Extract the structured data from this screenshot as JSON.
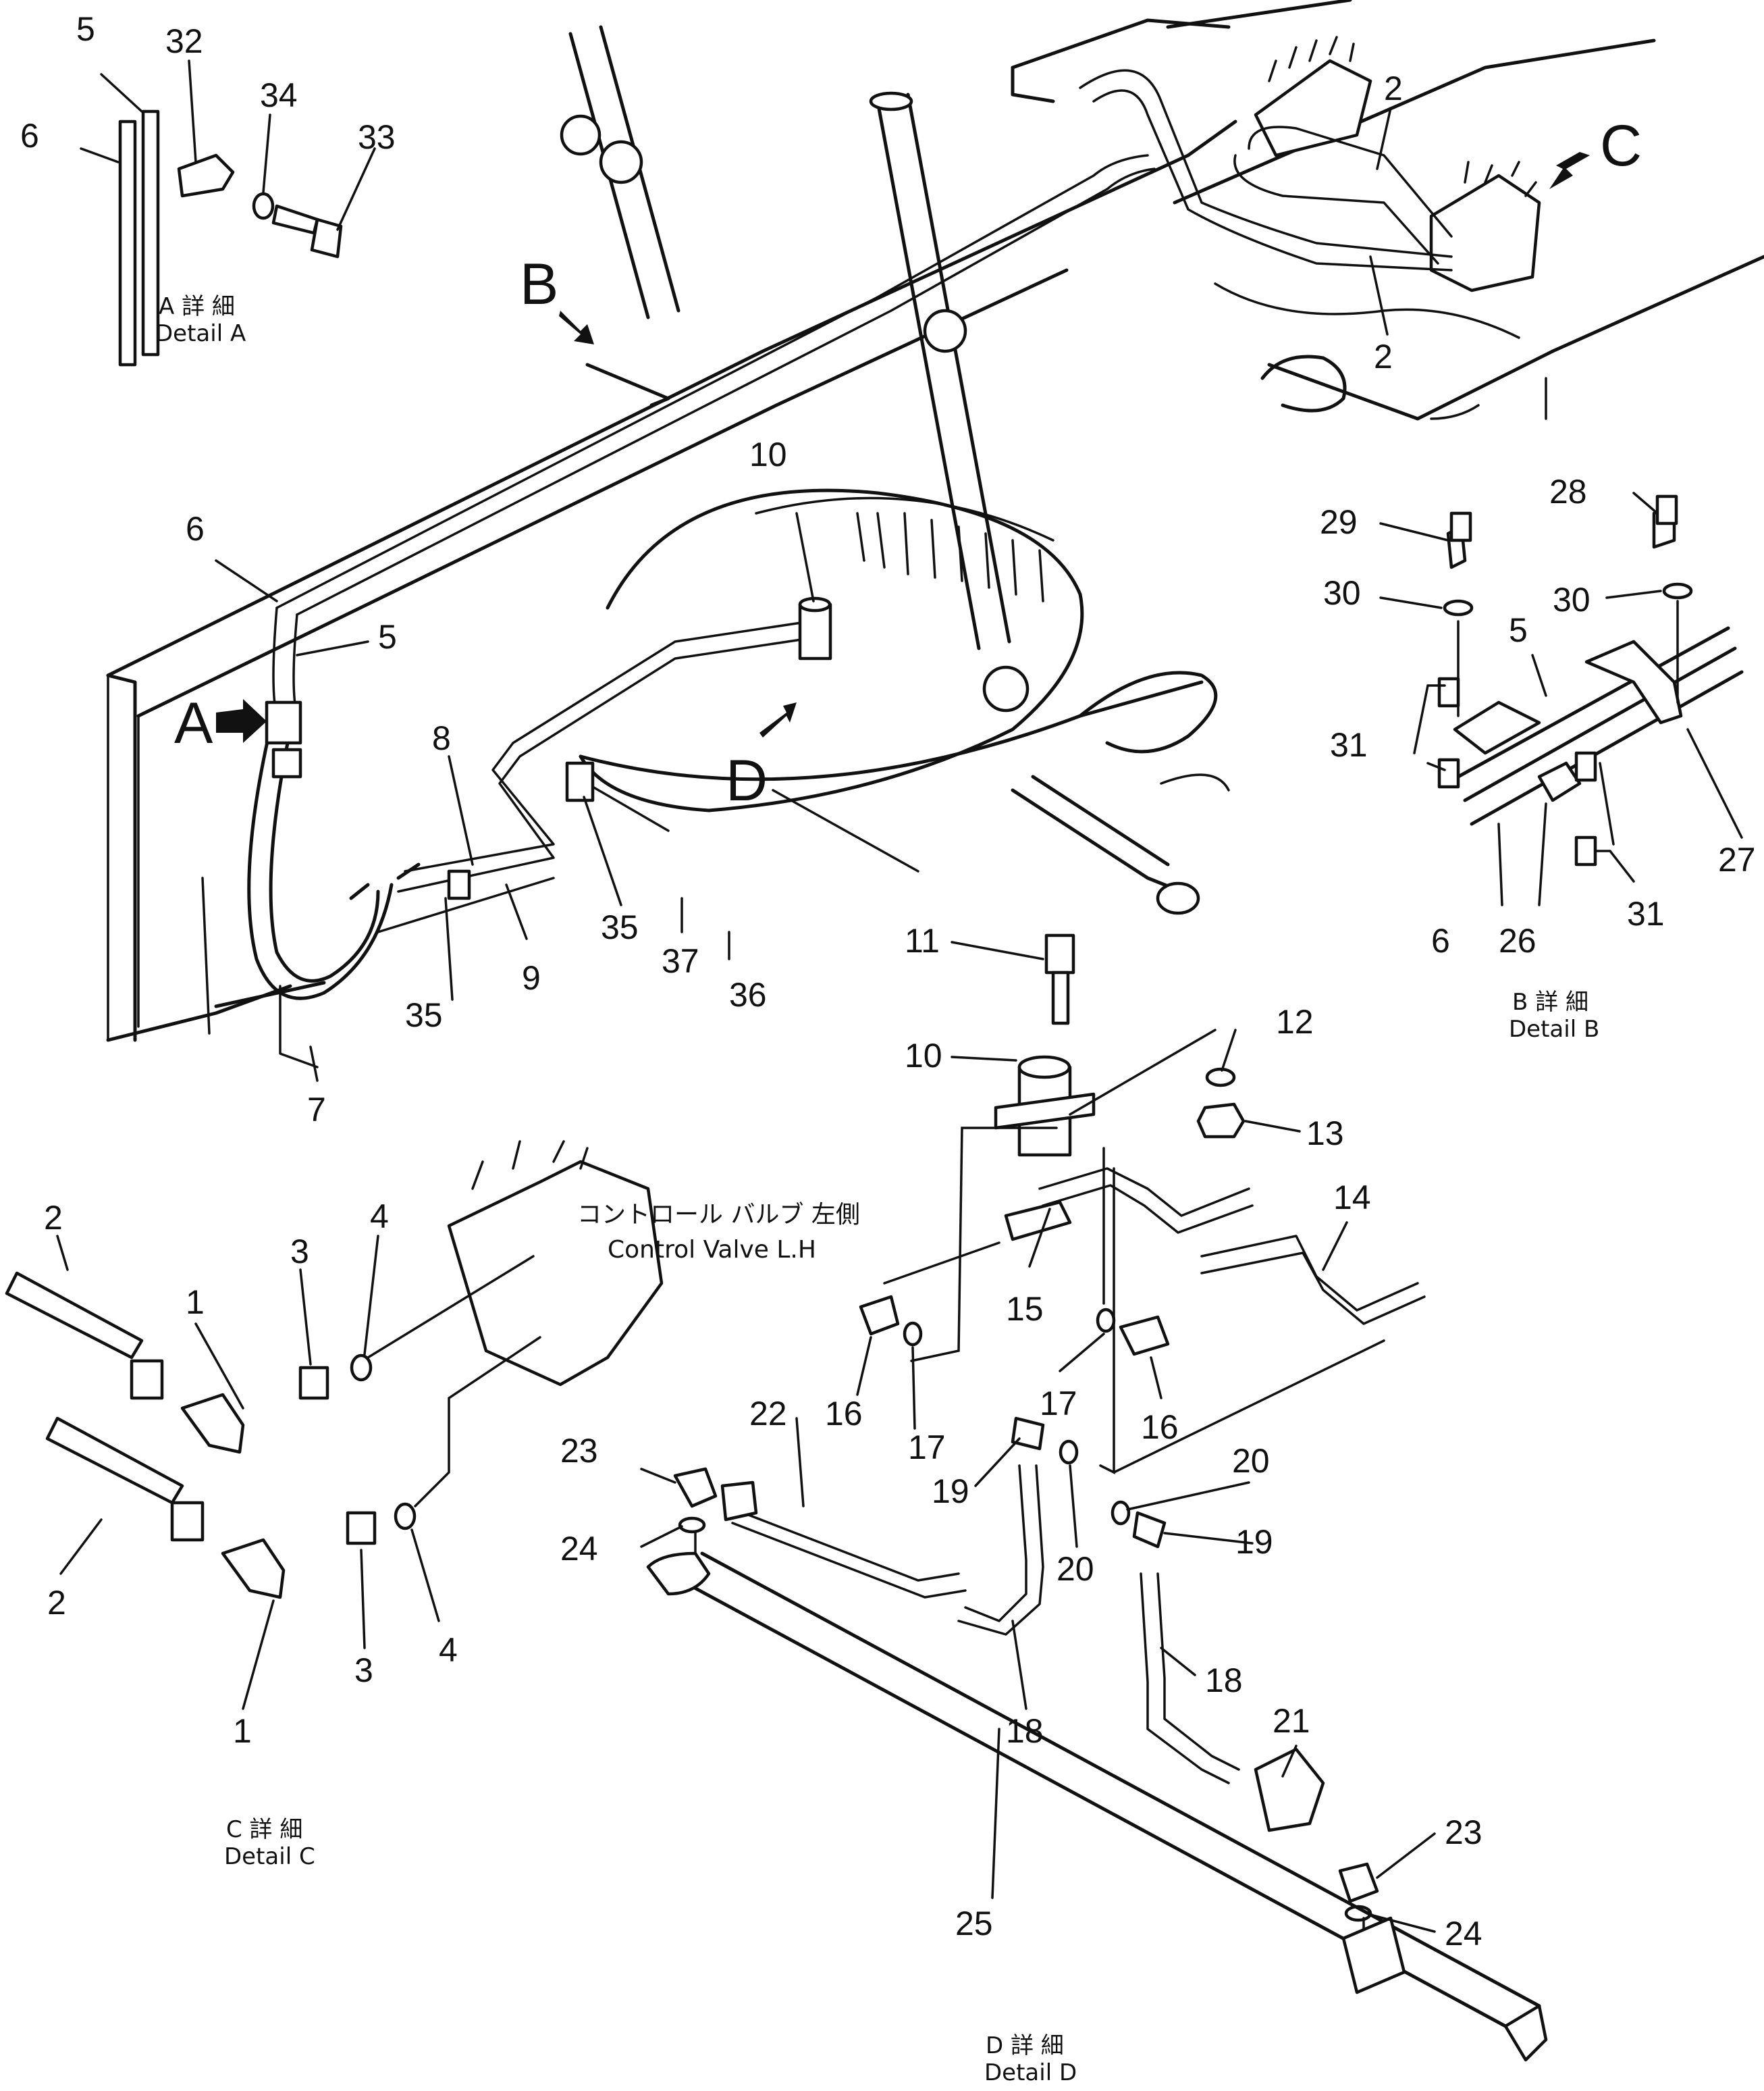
{
  "callouts": {
    "n1a": "1",
    "n1b": "1",
    "n2a": "2",
    "n2b": "2",
    "n2c": "2",
    "n2d": "2",
    "n3a": "3",
    "n3b": "3",
    "n4a": "4",
    "n4b": "4",
    "n5a": "5",
    "n5b": "5",
    "n5c": "5",
    "n6a": "6",
    "n6b": "6",
    "n6c": "6",
    "n7": "7",
    "n8": "8",
    "n9": "9",
    "n10a": "10",
    "n10b": "10",
    "n11": "11",
    "n12": "12",
    "n13": "13",
    "n14": "14",
    "n15": "15",
    "n16a": "16",
    "n16b": "16",
    "n17a": "17",
    "n17b": "17",
    "n18a": "18",
    "n18b": "18",
    "n19a": "19",
    "n19b": "19",
    "n20a": "20",
    "n20b": "20",
    "n21": "21",
    "n22": "22",
    "n23a": "23",
    "n23b": "23",
    "n24a": "24",
    "n24b": "24",
    "n25": "25",
    "n26": "26",
    "n27": "27",
    "n28": "28",
    "n29": "29",
    "n30a": "30",
    "n30b": "30",
    "n31a": "31",
    "n31b": "31",
    "n32": "32",
    "n33": "33",
    "n34": "34",
    "n35a": "35",
    "n35b": "35",
    "n36": "36",
    "n37": "37"
  },
  "view_arrows": {
    "a": "A",
    "b": "B",
    "c": "C",
    "d": "D"
  },
  "captions": {
    "detail_a_jp": "A 詳 細",
    "detail_a_en": "Detail A",
    "detail_b_jp": "B 詳 細",
    "detail_b_en": "Detail B",
    "detail_c_jp": "C 詳 細",
    "detail_c_en": "Detail C",
    "detail_d_jp": "D 詳 細",
    "detail_d_en": "Detail D"
  },
  "control_valve": {
    "label_jp": "コントロール バルブ 左側",
    "label_en": "Control Valve L.H"
  }
}
